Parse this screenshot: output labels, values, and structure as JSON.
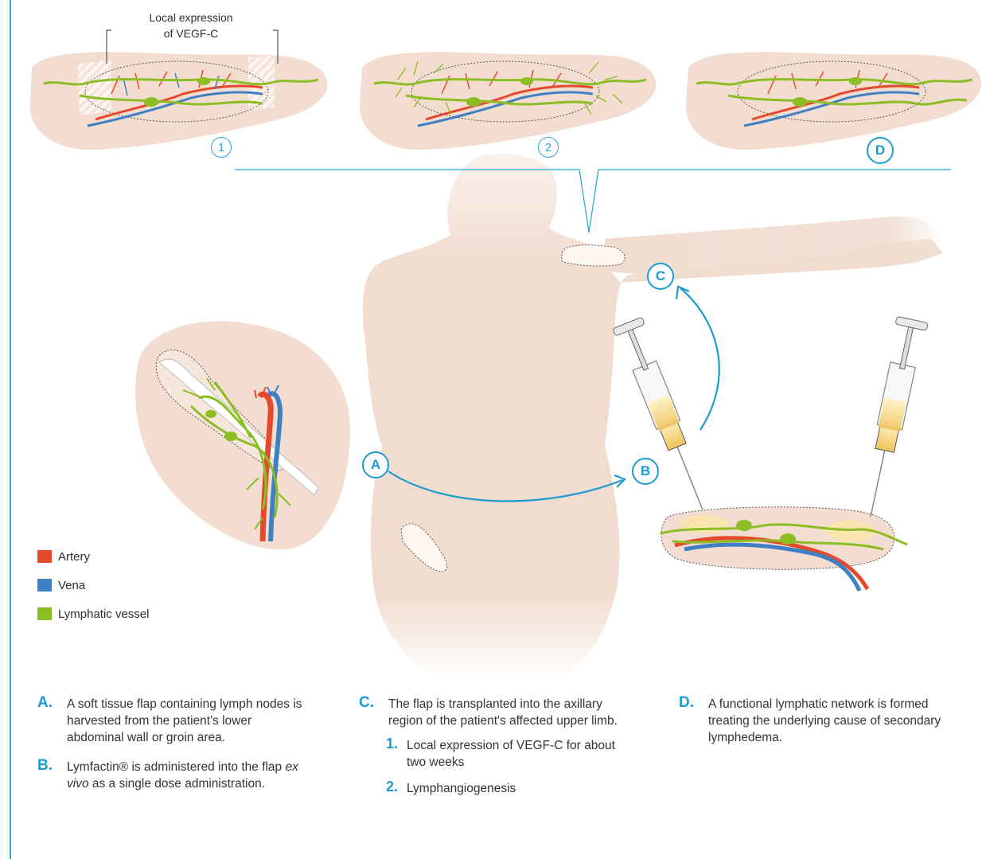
{
  "top_label": [
    "Local expression",
    "of VEGF-C"
  ],
  "stage_markers": [
    "1",
    "2"
  ],
  "letter_markers": {
    "a": "A",
    "b": "B",
    "c": "C",
    "d": "D"
  },
  "legend": [
    {
      "label": "Artery",
      "color": "#e4492c"
    },
    {
      "label": "Vena",
      "color": "#3f7fc4"
    },
    {
      "label": "Lymphatic vessel",
      "color": "#8cbd22"
    }
  ],
  "colors": {
    "accent": "#1d9bd1",
    "skin": "#f3ddd0",
    "skin_dark": "#eccfc0",
    "artery": "#e4492c",
    "vena": "#3f7fc4",
    "lymph": "#8cbd22"
  },
  "descriptions": {
    "a": {
      "letter": "A.",
      "text": "A soft tissue flap containing lymph nodes is harvested from the patient's lower abdominal wall or groin area."
    },
    "b": {
      "letter": "B.",
      "text_start": "Lymfactin® is administered into the flap ",
      "text_italic": "ex vivo",
      "text_end": " as a single dose administration."
    },
    "c": {
      "letter": "C.",
      "text": "The flap is transplanted into the axillary region of the patient's affected upper limb."
    },
    "c1": {
      "num": "1.",
      "text": "Local expression of VEGF-C for about two weeks"
    },
    "c2": {
      "num": "2.",
      "text": "Lymphangiogenesis"
    },
    "d": {
      "letter": "D.",
      "text": "A functional lymphatic network is formed treating the underlying cause of secondary lymphedema."
    }
  }
}
